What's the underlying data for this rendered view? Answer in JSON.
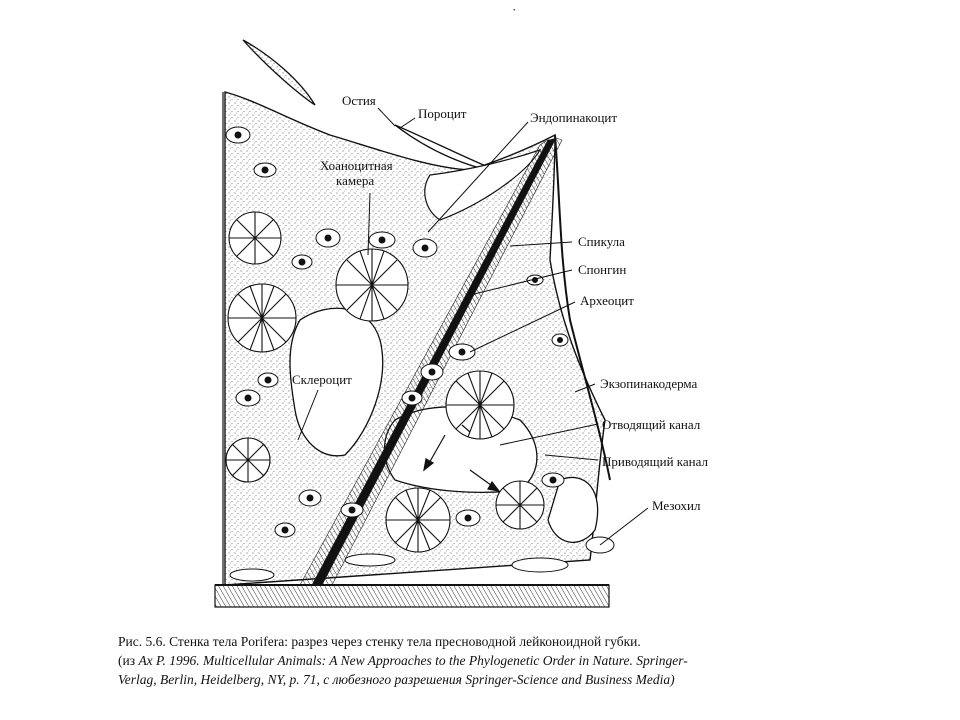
{
  "top_mark": "·",
  "labels": {
    "ostia": "Остия",
    "porocyte": "Пороцит",
    "endopinacocyte": "Эндопинакоцит",
    "choanocyte_chamber_1": "Хоаноцитная",
    "choanocyte_chamber_2": "камера",
    "spicule": "Спикула",
    "spongin": "Спонгин",
    "archeocyte": "Археоцит",
    "sclerocyte": "Склероцит",
    "exopinacoderm": "Экзопинакодерма",
    "excurrent_canal": "Отводящий канал",
    "incurrent_canal": "Приводящий канал",
    "mesohyl": "Мезохил"
  },
  "caption": {
    "line1": "Рис. 5.6. Стенка тела Porifera: разрез через стенку тела пресноводной лейконоидной губки.",
    "line2_a": "(из ",
    "line2_b": "Ax P. 1996. Multicellular Animals: A New Approaches to the Phylogenetic Order in Nature. Springer-",
    "line3": "Verlag, Berlin, Heidelberg, NY, p. 71, с любезного разрешения Springer-Science and Business Media)"
  }
}
